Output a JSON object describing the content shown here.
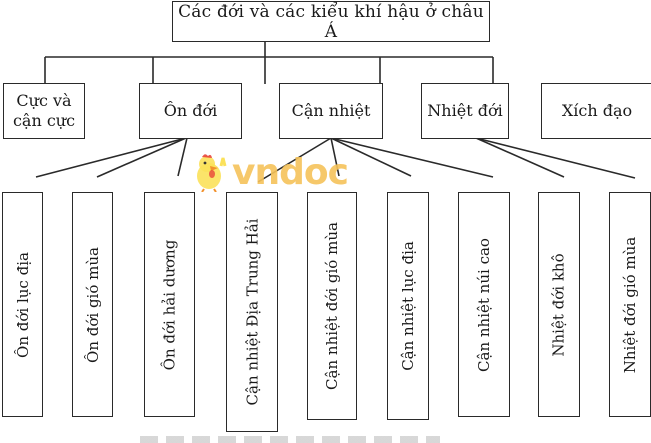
{
  "diagram": {
    "title": "Các đới và các kiểu khí hậu ở châu Á",
    "zones": [
      {
        "id": "polar",
        "label_line1": "Cực và",
        "label_line2": "cận cực"
      },
      {
        "id": "temperate",
        "label": "Ôn đới"
      },
      {
        "id": "subtropical",
        "label": "Cận nhiệt"
      },
      {
        "id": "tropical",
        "label": "Nhiệt đới"
      },
      {
        "id": "equatorial",
        "label": "Xích đạo"
      }
    ],
    "climate_types": [
      {
        "label": "Ôn đới lục địa",
        "parent": "Ôn đới"
      },
      {
        "label": "Ôn đới gió mùa",
        "parent": "Ôn đới"
      },
      {
        "label": "Ôn đới hải dương",
        "parent": "Ôn đới"
      },
      {
        "label": "Cận nhiệt Địa Trung Hải",
        "parent": "Cận nhiệt"
      },
      {
        "label": "Cận nhiệt đới gió mùa",
        "parent": "Cận nhiệt"
      },
      {
        "label": "Cận nhiệt lục địa",
        "parent": "Cận nhiệt"
      },
      {
        "label": "Cận nhiệt núi cao",
        "parent": "Cận nhiệt"
      },
      {
        "label": "Nhiệt đới khô",
        "parent": "Nhiệt đới"
      },
      {
        "label": "Nhiệt đới gió mùa",
        "parent": "Nhiệt đới"
      }
    ]
  },
  "watermark": {
    "text": "vndoc",
    "color": "#f6c35a"
  },
  "colors": {
    "line": "#2a2a2a",
    "background": "#ffffff"
  }
}
